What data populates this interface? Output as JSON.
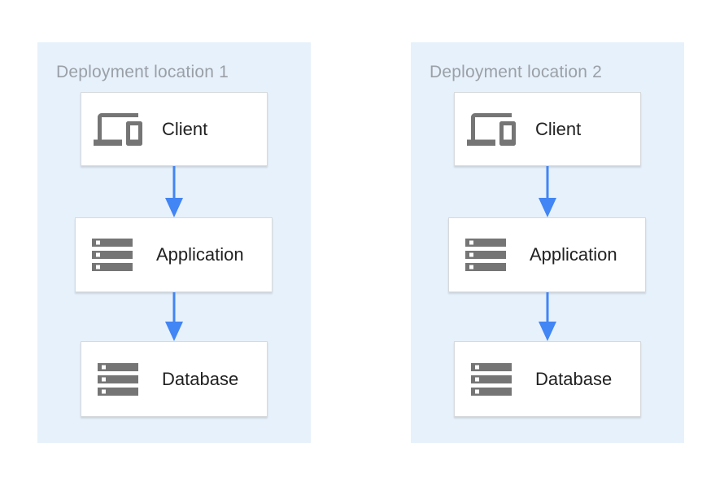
{
  "diagram": {
    "panels": [
      {
        "title": "Deployment location 1",
        "nodes": [
          {
            "label": "Client",
            "icon": "devices-icon"
          },
          {
            "label": "Application",
            "icon": "storage-icon"
          },
          {
            "label": "Database",
            "icon": "storage-icon"
          }
        ]
      },
      {
        "title": "Deployment location 2",
        "nodes": [
          {
            "label": "Client",
            "icon": "devices-icon"
          },
          {
            "label": "Application",
            "icon": "storage-icon"
          },
          {
            "label": "Database",
            "icon": "storage-icon"
          }
        ]
      }
    ],
    "colors": {
      "panel_bg": "#e7f1fb",
      "box_bg": "#ffffff",
      "box_border": "#d7dadd",
      "icon_gray": "#757575",
      "title_gray": "#9aa0a6",
      "label_text": "#212121",
      "arrow_blue": "#4285f4"
    }
  }
}
